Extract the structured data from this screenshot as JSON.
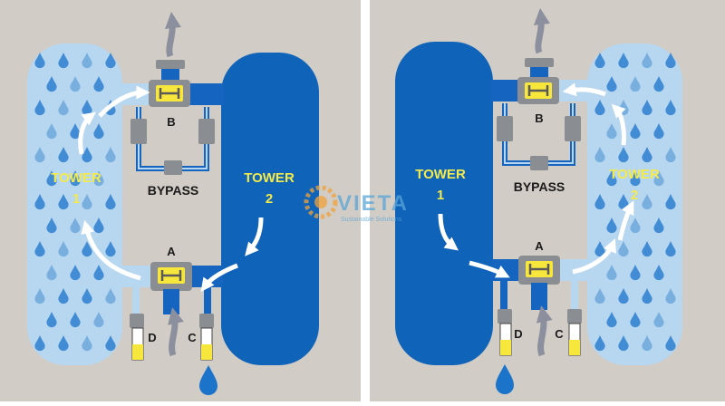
{
  "colors": {
    "panel_bg": "#d1ccc6",
    "divider": "#ffffff",
    "tower_active_fill": "#b7d6ef",
    "tower_regen_fill": "#0f63b8",
    "pipe_blue": "#1565c0",
    "pipe_light": "#b7d6ef",
    "valve_gray": "#8a8d91",
    "valve_yellow": "#f7e63b",
    "label_yellow": "#f4ea4a",
    "label_dark": "#1a1a1a",
    "arrow_white": "#ffffff",
    "flow_arrow_gray": "#8c8f9d",
    "drop_dark": "#1b74c9",
    "drop_light": "#a6cdea",
    "watermark_orange": "#f2a23a",
    "watermark_text": "#5aa6d8"
  },
  "left_panel": {
    "tower_1": {
      "line1": "TOWER",
      "line2": "1"
    },
    "tower_2": {
      "line1": "TOWER",
      "line2": "2"
    },
    "bypass": "BYPASS",
    "valve_a": "A",
    "valve_b": "B",
    "valve_c": "C",
    "valve_d": "D"
  },
  "right_panel": {
    "tower_1": {
      "line1": "TOWER",
      "line2": "1"
    },
    "tower_2": {
      "line1": "TOWER",
      "line2": "2"
    },
    "bypass": "BYPASS",
    "valve_a": "A",
    "valve_b": "B",
    "valve_c": "C",
    "valve_d": "D"
  },
  "watermark": {
    "brand": "VIETA",
    "tagline": "Sustainable Solutions"
  }
}
